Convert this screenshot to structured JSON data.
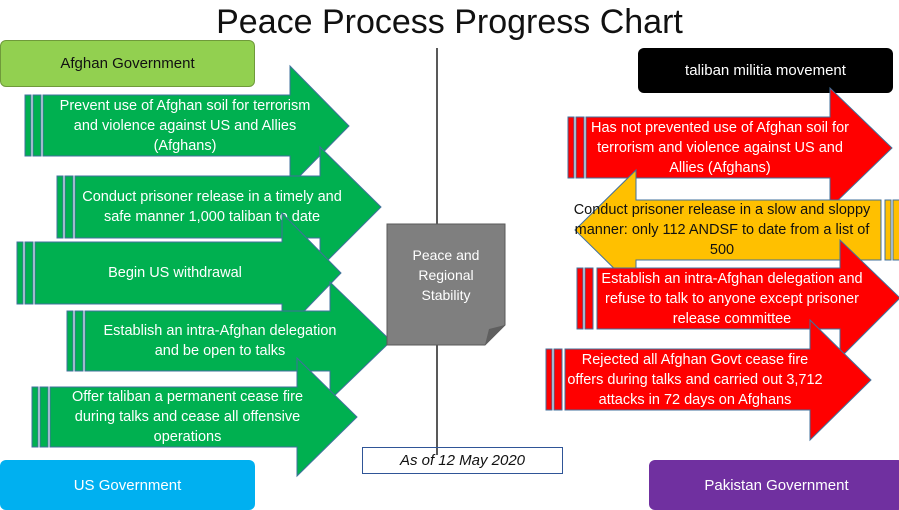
{
  "title": "Peace Process Progress Chart",
  "headers": {
    "afghan_government": "Afghan Government",
    "taliban": "taliban militia movement",
    "us_government": "US Government",
    "pakistan_government": "Pakistan Government"
  },
  "center": {
    "label": "Peace and Regional Stability",
    "date": "As of 12 May 2020"
  },
  "left_arrows": [
    "Prevent use of Afghan soil for terrorism and violence against US and Allies (Afghans)",
    "Conduct prisoner release in a timely and safe manner 1,000  taliban to date",
    "Begin US withdrawal",
    "Establish an intra-Afghan delegation and be open to talks",
    "Offer taliban a permanent cease fire during talks and cease all offensive operations"
  ],
  "right_arrows": [
    "Has not prevented use of Afghan soil for terrorism and violence against US and Allies (Afghans)",
    "Conduct prisoner release in a slow and sloppy manner:  only 112 ANDSF to date from a list of 500",
    "Establish an intra-Afghan delegation and refuse to talk to anyone except prisoner release committee",
    "Rejected all Afghan Govt cease fire offers during talks and carried out 3,712 attacks in 72 days on Afghans"
  ],
  "colors": {
    "green": "#00b050",
    "red": "#ff0000",
    "yellow": "#ffc000",
    "gray": "#7f7f7f",
    "afghan": "#92d050",
    "us": "#00b0f0",
    "pakistan": "#7030a0"
  }
}
